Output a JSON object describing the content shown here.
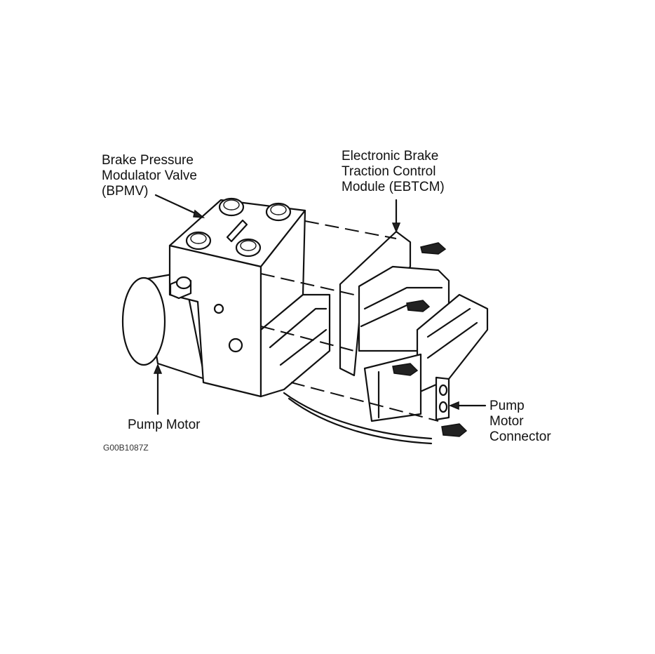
{
  "labels": {
    "bpmv": [
      "Brake Pressure",
      "Modulator Valve",
      "(BPMV)"
    ],
    "ebtcm": [
      "Electronic Brake",
      "Traction Control",
      "Module (EBTCM)"
    ],
    "pump_motor": [
      "Pump Motor"
    ],
    "pump_motor_connector": [
      "Pump",
      "Motor",
      "Connector"
    ]
  },
  "figure_id": "G00B1087Z"
}
